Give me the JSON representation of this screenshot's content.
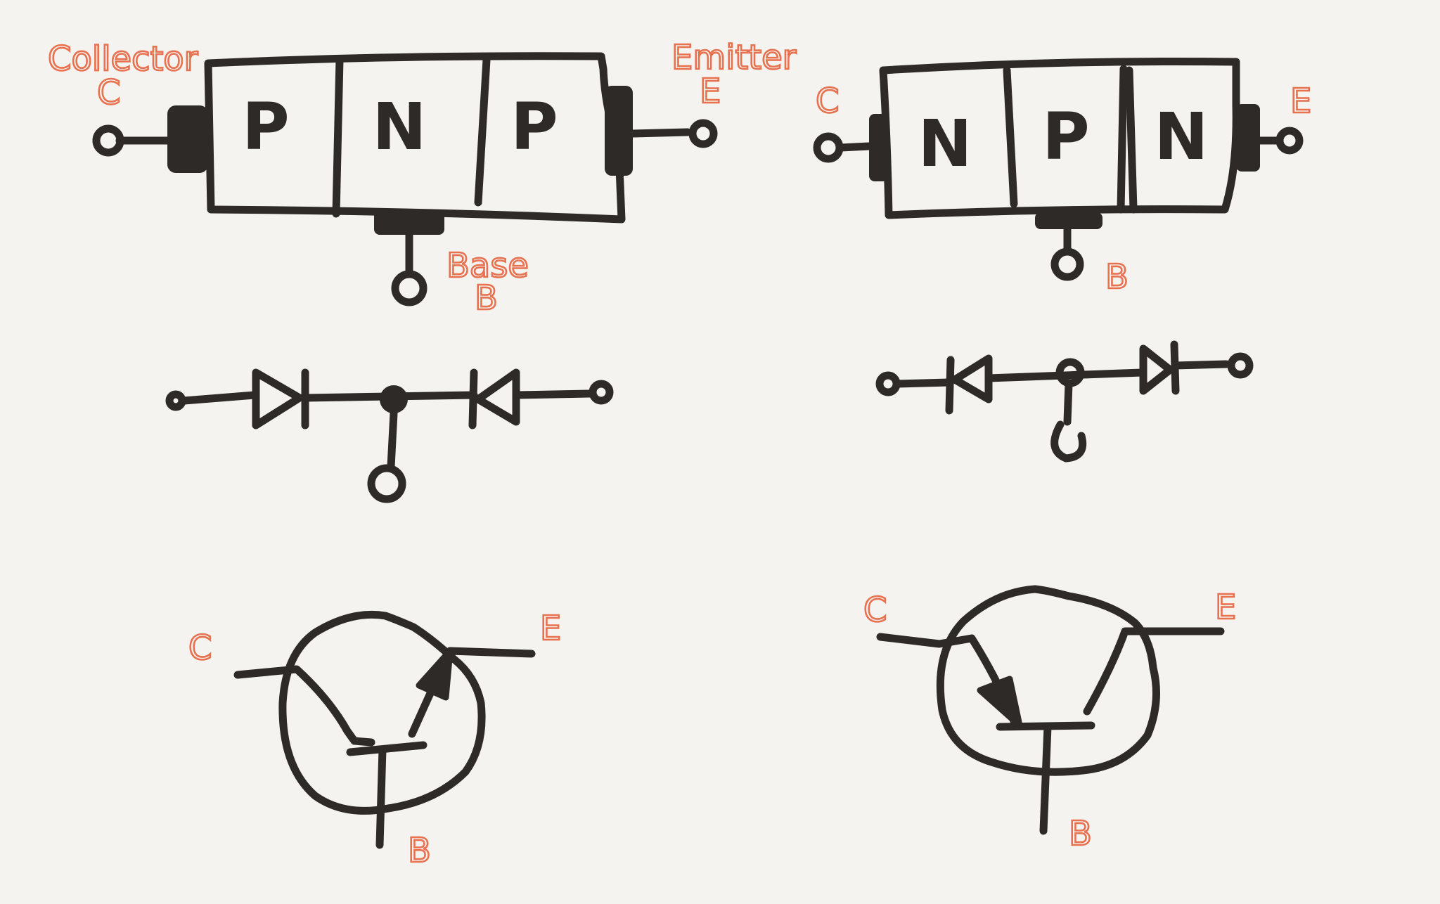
{
  "colors": {
    "background": "#f5f3ef",
    "ink": "#2d2a27",
    "label": "#e8714f"
  },
  "pnp": {
    "layers": [
      "P",
      "N",
      "P"
    ],
    "collector_word": "Collector",
    "collector_letter": "C",
    "emitter_word": "Emitter",
    "emitter_letter": "E",
    "base_word": "Base",
    "base_letter": "B"
  },
  "npn": {
    "layers": [
      "N",
      "P",
      "N"
    ],
    "collector_letter": "C",
    "emitter_letter": "E",
    "base_letter": "B"
  },
  "pnp_symbol": {
    "collector_letter": "C",
    "emitter_letter": "E",
    "base_letter": "B"
  },
  "npn_symbol": {
    "collector_letter": "C",
    "emitter_letter": "E",
    "base_letter": "B"
  }
}
